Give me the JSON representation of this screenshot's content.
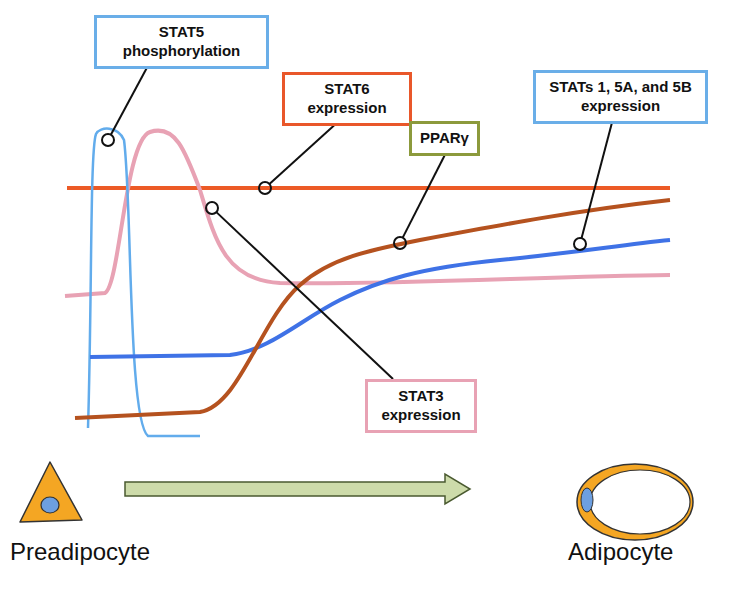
{
  "diagram": {
    "nodes": [
      {
        "text": [
          "STAT5 phosphorylation"
        ]
      },
      {
        "text": [
          "STAT6 expression"
        ]
      },
      {
        "text": [
          "PPARγ"
        ]
      },
      {
        "text": [
          "STATs 1, 5A, and 5B expression"
        ]
      },
      {
        "text": [
          "STAT3 expression"
        ]
      }
    ],
    "labels": [
      "Preadipocyte",
      "Adipocyte"
    ]
  }
}
